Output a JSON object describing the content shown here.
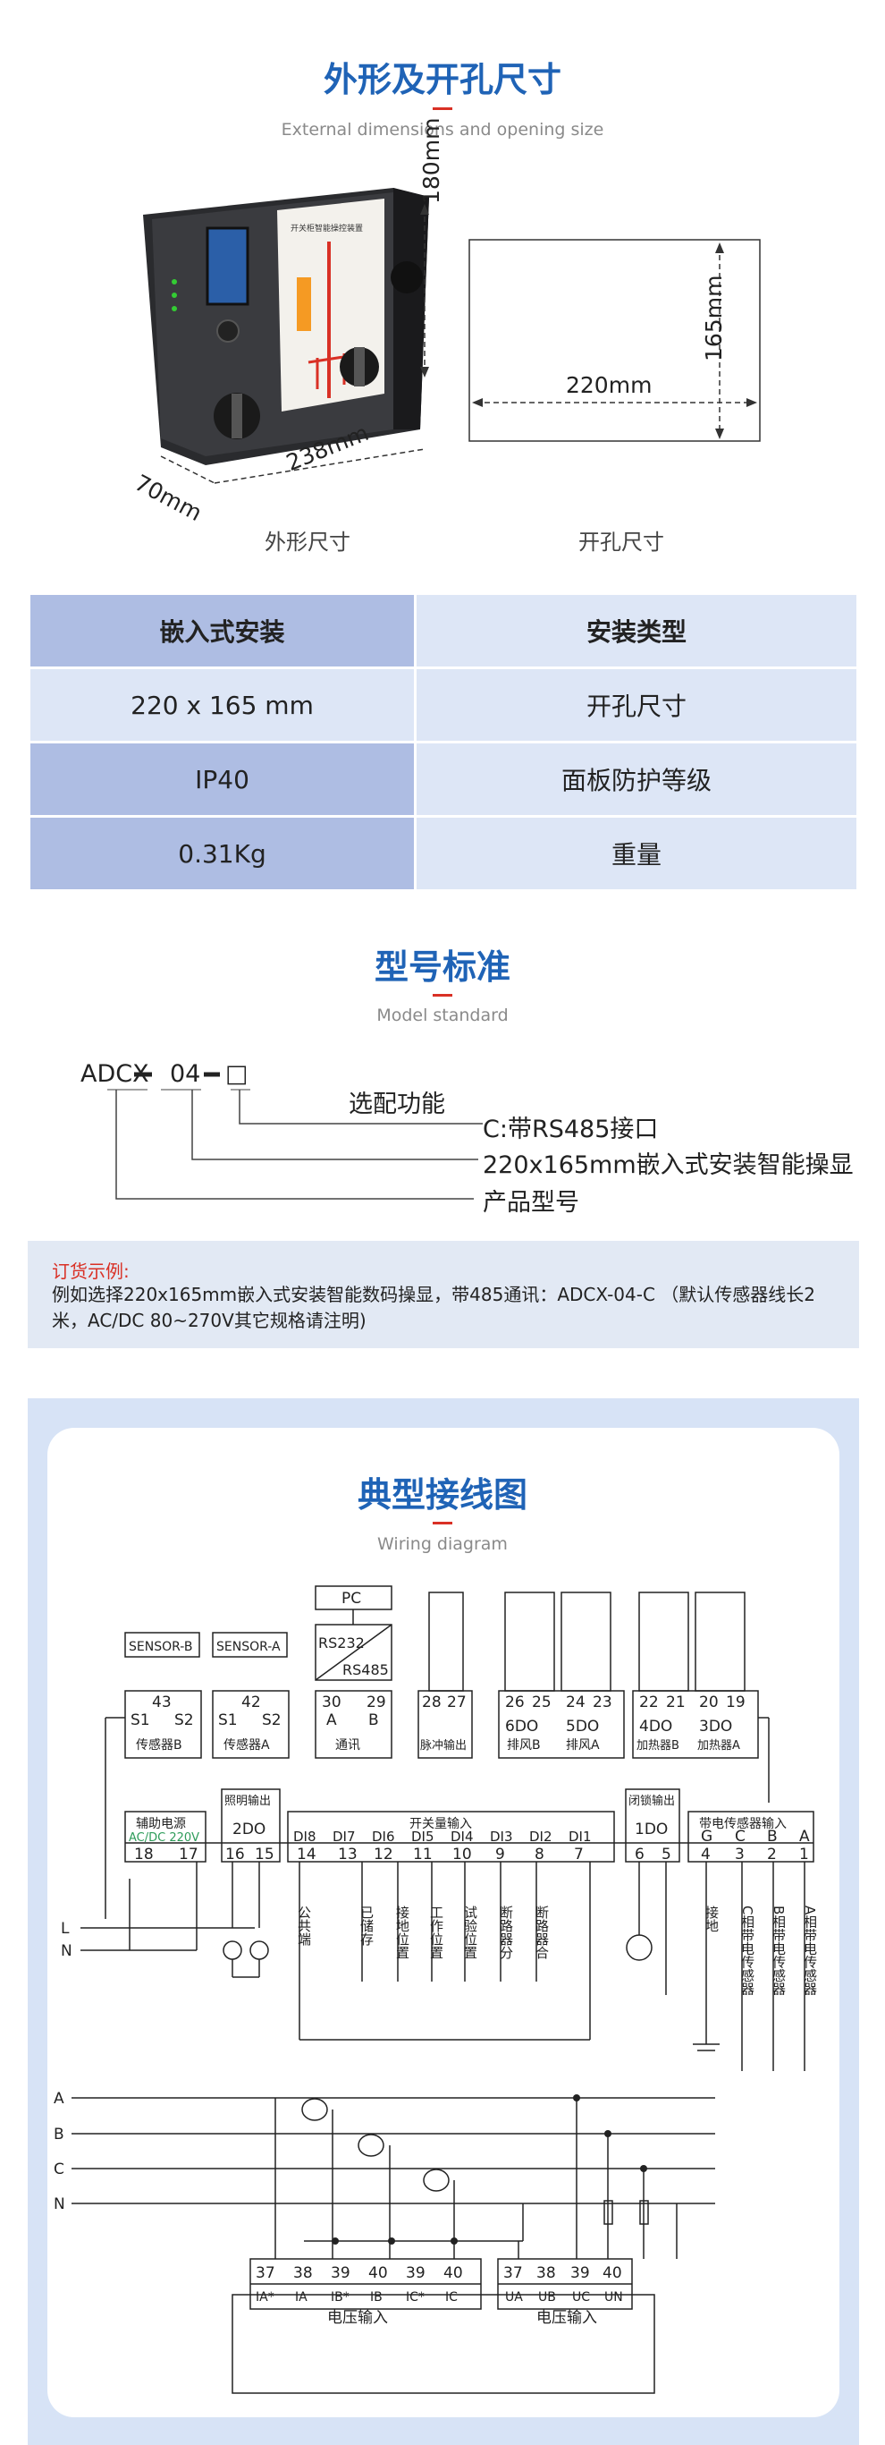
{
  "dimensions": {
    "title": "外形及开孔尺寸",
    "subtitle": "External dimensions and opening size",
    "device_title": "开关柜智能操控装置",
    "dim_height": "180mm",
    "dim_width": "238mm",
    "dim_depth": "70mm",
    "cut_height": "165mm",
    "cut_width": "220mm",
    "caption_left": "外形尺寸",
    "caption_right": "开孔尺寸"
  },
  "spec_table": {
    "rows": [
      {
        "left": "嵌入式安装",
        "right": "安装类型"
      },
      {
        "left": "220 x 165 mm",
        "right": "开孔尺寸"
      },
      {
        "left": "IP40",
        "right": "面板防护等级"
      },
      {
        "left": "0.31Kg",
        "right": "重量"
      }
    ]
  },
  "model": {
    "title": "型号标准",
    "subtitle": "Model standard",
    "code_prefix": "ADCX",
    "code_mid": "04",
    "code_box": "□",
    "label_option": "选配功能",
    "label_c": "C:带RS485接口",
    "label_size": "220x165mm嵌入式安装智能操显",
    "label_type": "产品型号"
  },
  "order": {
    "label": "订货示例:",
    "text": "例如选择220x165mm嵌入式安装智能数码操显，带485通讯：ADCX-04-C （默认传感器线长2米，AC/DC 80~270V其它规格请注明)"
  },
  "wiring": {
    "title": "典型接线图",
    "subtitle": "Wiring diagram",
    "top_labels": {
      "pc": "PC",
      "rs232": "RS232",
      "rs485": "RS485",
      "sensor_b": "SENSOR-B",
      "sensor_a": "SENSOR-A"
    },
    "top_blocks": [
      {
        "nums": [
          "43"
        ],
        "terms": [
          "S1",
          "S2"
        ],
        "name": "传感器B"
      },
      {
        "nums": [
          "42"
        ],
        "terms": [
          "S1",
          "S2"
        ],
        "name": "传感器A"
      },
      {
        "nums": [
          "30",
          "29"
        ],
        "terms": [
          "A",
          "B"
        ],
        "name": "通讯"
      },
      {
        "nums": [
          "28",
          "27"
        ],
        "terms": [],
        "name": "脉冲输出"
      },
      {
        "nums": [
          "26",
          "25"
        ],
        "terms": [
          "6DO"
        ],
        "name": "排风B"
      },
      {
        "nums": [
          "24",
          "23"
        ],
        "terms": [
          "5DO"
        ],
        "name": "排风A"
      },
      {
        "nums": [
          "22",
          "21"
        ],
        "terms": [
          "4DO"
        ],
        "name": "加热器B"
      },
      {
        "nums": [
          "20",
          "19"
        ],
        "terms": [
          "3DO"
        ],
        "name": "加热器A"
      }
    ],
    "mid_blocks": {
      "aux_title": "辅助电源",
      "aux_volt": "AC/DC 220V",
      "aux_nums": [
        "18",
        "17"
      ],
      "light_title": "照明输出",
      "light_do": "2DO",
      "light_nums": [
        "16",
        "15"
      ],
      "di_title": "开关量输入",
      "di_terms": [
        "DI8",
        "DI7",
        "DI6",
        "DI5",
        "DI4",
        "DI3",
        "DI2",
        "DI1"
      ],
      "di_nums": [
        "14",
        "13",
        "12",
        "11",
        "10",
        "9",
        "8",
        "7"
      ],
      "lock_title": "闭锁输出",
      "lock_do": "1DO",
      "lock_nums": [
        "6",
        "5"
      ],
      "sensor_title": "带电传感器输入",
      "sensor_terms": [
        "G",
        "C",
        "B",
        "A"
      ],
      "sensor_nums": [
        "4",
        "3",
        "2",
        "1"
      ]
    },
    "line_labels": {
      "l": "L",
      "n": "N"
    },
    "di_labels": [
      "公共端",
      "已储存",
      "接地位置",
      "工作位置",
      "试验位置",
      "断路器分",
      "断路器合"
    ],
    "sensor_labels": [
      "接地",
      "C相带电传感器",
      "B相带电传感器",
      "A相带电传感器"
    ],
    "bus_labels": [
      "A",
      "B",
      "C",
      "N"
    ],
    "bottom": {
      "current_nums": [
        "37",
        "38",
        "39",
        "40",
        "39",
        "40"
      ],
      "current_terms": [
        "IA*",
        "IA",
        "IB*",
        "IB",
        "IC*",
        "IC"
      ],
      "current_label": "电压输入",
      "voltage_nums": [
        "37",
        "38",
        "39",
        "40"
      ],
      "voltage_terms": [
        "UA",
        "UB",
        "UC",
        "UN"
      ],
      "voltage_label": "电压输入"
    }
  }
}
